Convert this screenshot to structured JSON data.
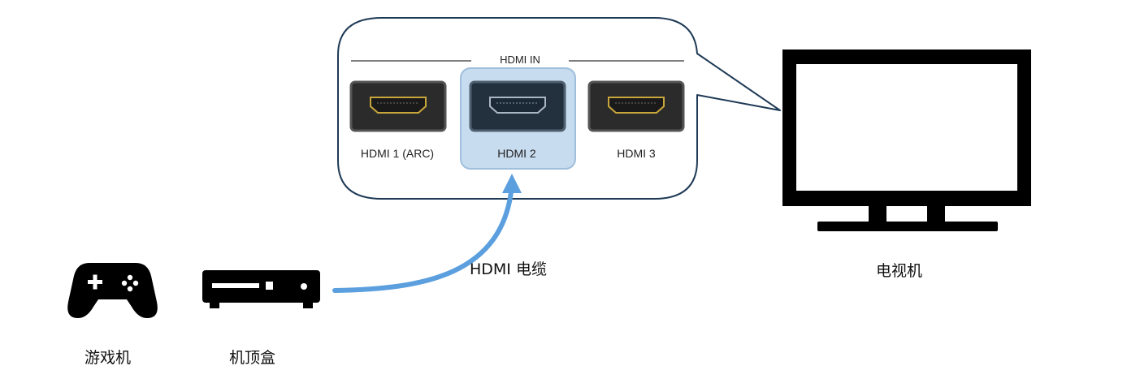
{
  "panel": {
    "header_label": "HDMI IN",
    "ports": [
      {
        "label": "HDMI 1 (ARC)",
        "selected": false
      },
      {
        "label": "HDMI 2",
        "selected": true
      },
      {
        "label": "HDMI 3",
        "selected": false
      }
    ]
  },
  "devices": {
    "game_console": {
      "label": "游戏机",
      "icon": "gamepad-icon"
    },
    "set_top_box": {
      "label": "机顶盒",
      "icon": "set-top-box-icon"
    },
    "tv": {
      "label": "电视机",
      "icon": "tv-icon"
    }
  },
  "cable": {
    "label": "HDMI 电缆"
  },
  "colors": {
    "panel_border": "#1f3a56",
    "selected_highlight": "#c8dcef",
    "arrow": "#5b9fdf",
    "icon": "#000000",
    "port_gold": "#c8a63c"
  }
}
